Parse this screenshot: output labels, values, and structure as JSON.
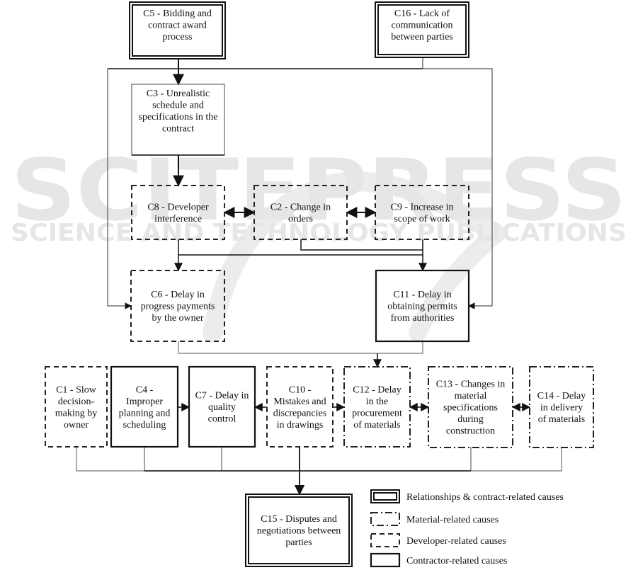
{
  "watermark": {
    "title": "SCITEPRESS",
    "subtitle": "SCIENCE AND TECHNOLOGY PUBLICATIONS"
  },
  "nodes": {
    "C5": {
      "id": "C5",
      "label": "C5 - Bidding and contract award process",
      "category": "relationship"
    },
    "C16": {
      "id": "C16",
      "label": "C16 - Lack of communication between parties",
      "category": "relationship"
    },
    "C3": {
      "id": "C3",
      "label": "C3 - Unrealistic schedule and specifications in the contract",
      "category": "contractor-thin"
    },
    "C8": {
      "id": "C8",
      "label": "C8 - Developer interference",
      "category": "developer"
    },
    "C2": {
      "id": "C2",
      "label": "C2 - Change in orders",
      "category": "developer"
    },
    "C9": {
      "id": "C9",
      "label": "C9 - Increase in scope of work",
      "category": "developer"
    },
    "C6": {
      "id": "C6",
      "label": "C6 - Delay in progress payments by the owner",
      "category": "developer"
    },
    "C11": {
      "id": "C11",
      "label": "C11 - Delay in obtaining permits from authorities",
      "category": "contractor"
    },
    "C1": {
      "id": "C1",
      "label": "C1 - Slow decision-making by owner",
      "category": "developer"
    },
    "C4": {
      "id": "C4",
      "label": "C4 - Improper planning and scheduling",
      "category": "contractor"
    },
    "C7": {
      "id": "C7",
      "label": "C7 - Delay in quality control",
      "category": "contractor"
    },
    "C10": {
      "id": "C10",
      "label": "C10 - Mistakes and discrepancies in drawings",
      "category": "developer"
    },
    "C12": {
      "id": "C12",
      "label": "C12 - Delay in the procurement of materials",
      "category": "material"
    },
    "C13": {
      "id": "C13",
      "label": "C13 - Changes in material specifications during construction",
      "category": "material"
    },
    "C14": {
      "id": "C14",
      "label": "C14 - Delay in delivery of materials",
      "category": "material"
    },
    "C15": {
      "id": "C15",
      "label": "C15 - Disputes and negotiations between parties",
      "category": "relationship"
    }
  },
  "node_lines": {
    "C5": [
      "C5 - Bidding and",
      "contract award",
      "process"
    ],
    "C16": [
      "C16 - Lack of",
      "communication",
      "between parties"
    ],
    "C3": [
      "C3 - Unrealistic",
      "schedule and",
      "specifications in the",
      "contract"
    ],
    "C8": [
      "C8 - Developer",
      "interference"
    ],
    "C2": [
      "C2 - Change in",
      "orders"
    ],
    "C9": [
      "C9 - Increase in",
      "scope of work"
    ],
    "C6": [
      "C6 - Delay in",
      "progress payments",
      "by the owner"
    ],
    "C11": [
      "C11 - Delay in",
      "obtaining permits",
      "from authorities"
    ],
    "C1": [
      "C1 - Slow",
      "decision-",
      "making by",
      "owner"
    ],
    "C4": [
      "C4 -",
      "Improper",
      "planning and",
      "scheduling"
    ],
    "C7": [
      "C7 - Delay in",
      "quality",
      "control"
    ],
    "C10": [
      "C10 -",
      "Mistakes and",
      "discrepancies",
      "in drawings"
    ],
    "C12": [
      "C12 - Delay",
      "in the",
      "procurement",
      "of materials"
    ],
    "C13": [
      "C13 - Changes in",
      "material",
      "specifications",
      "during",
      "construction"
    ],
    "C14": [
      "C14 - Delay",
      "in delivery",
      "of materials"
    ],
    "C15": [
      "C15 - Disputes and",
      "negotiations between",
      "parties"
    ]
  },
  "edges": [
    {
      "from": "C5",
      "to": "C3",
      "type": "directed"
    },
    {
      "from": "C5",
      "to": "C6",
      "type": "directed"
    },
    {
      "from": "C16",
      "to": "C11",
      "type": "directed"
    },
    {
      "from": "C3",
      "to": "C8",
      "type": "directed"
    },
    {
      "from": "C8",
      "to": "C2",
      "type": "bidirectional"
    },
    {
      "from": "C2",
      "to": "C9",
      "type": "bidirectional"
    },
    {
      "from": "C8",
      "to": "C6",
      "type": "directed"
    },
    {
      "from": "C8",
      "to": "C11",
      "type": "directed"
    },
    {
      "from": "C2",
      "to": "C11",
      "type": "directed"
    },
    {
      "from": "C9",
      "to": "C11",
      "type": "directed"
    },
    {
      "from": "C6",
      "to": "C12",
      "type": "directed"
    },
    {
      "from": "C11",
      "to": "C12",
      "type": "directed"
    },
    {
      "from": "C4",
      "to": "C7",
      "type": "directed"
    },
    {
      "from": "C10",
      "to": "C7",
      "type": "directed"
    },
    {
      "from": "C10",
      "to": "C12",
      "type": "directed"
    },
    {
      "from": "C12",
      "to": "C13",
      "type": "bidirectional"
    },
    {
      "from": "C13",
      "to": "C14",
      "type": "bidirectional"
    },
    {
      "from": "C1",
      "to": "C15",
      "type": "directed"
    },
    {
      "from": "C4",
      "to": "C15",
      "type": "directed"
    },
    {
      "from": "C7",
      "to": "C15",
      "type": "directed"
    },
    {
      "from": "C10",
      "to": "C15",
      "type": "directed"
    },
    {
      "from": "C13",
      "to": "C15",
      "type": "directed"
    },
    {
      "from": "C14",
      "to": "C15",
      "type": "directed"
    }
  ],
  "legend": [
    {
      "category": "relationship",
      "label": "Relationships & contract-related causes"
    },
    {
      "category": "material",
      "label": "Material-related causes"
    },
    {
      "category": "developer",
      "label": "Developer-related causes"
    },
    {
      "category": "contractor",
      "label": "Contractor-related causes"
    }
  ],
  "colors": {
    "stroke": "#111111",
    "thin_stroke": "#666666",
    "watermark": "#e4e4e4"
  }
}
